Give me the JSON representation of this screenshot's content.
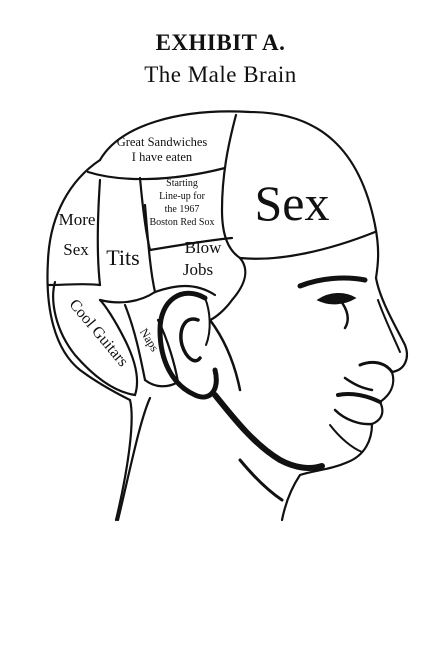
{
  "header": {
    "title": "EXHIBIT A.",
    "subtitle": "The Male Brain"
  },
  "regions": {
    "great_sandwiches_line1": "Great Sandwiches",
    "great_sandwiches_line2": "I have eaten",
    "starting_line1": "Starting",
    "starting_line2": "Line-up for",
    "starting_line3": "the 1967",
    "starting_line4": "Boston Red Sox",
    "sex": "Sex",
    "more_sex_line1": "More",
    "more_sex_line2": "Sex",
    "tits": "Tits",
    "blow_jobs_line1": "Blow",
    "blow_jobs_line2": "Jobs",
    "cool_guitars": "Cool Guitars",
    "naps": "Naps"
  },
  "colors": {
    "ink": "#111111",
    "background": "#ffffff"
  }
}
